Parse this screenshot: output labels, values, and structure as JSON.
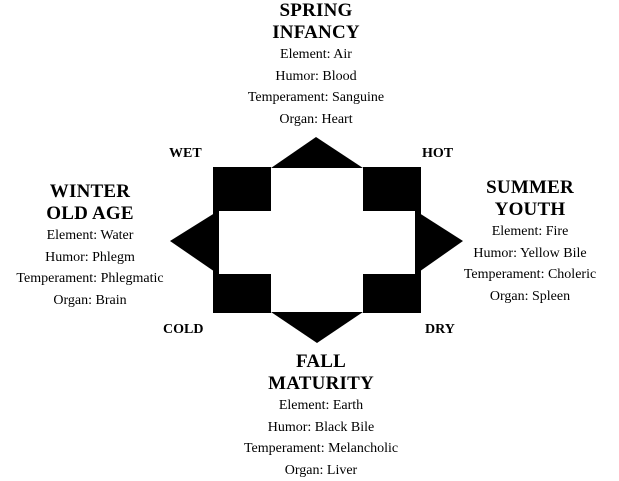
{
  "diagram": {
    "colors": {
      "shape_fill": "#000000",
      "background": "#ffffff",
      "text": "#000000"
    },
    "corners": {
      "top_left": "WET",
      "top_right": "HOT",
      "bottom_left": "COLD",
      "bottom_right": "DRY"
    },
    "seasons": {
      "top": {
        "season": "SPRING",
        "age": "INFANCY",
        "element": "Element: Air",
        "humor": "Humor: Blood",
        "temperament": "Temperament: Sanguine",
        "organ": "Organ: Heart"
      },
      "right": {
        "season": "SUMMER",
        "age": "YOUTH",
        "element": "Element: Fire",
        "humor": "Humor: Yellow Bile",
        "temperament": "Temperament: Choleric",
        "organ": "Organ: Spleen"
      },
      "bottom": {
        "season": "FALL",
        "age": "MATURITY",
        "element": "Element: Earth",
        "humor": "Humor: Black Bile",
        "temperament": "Temperament: Melancholic",
        "organ": "Organ: Liver"
      },
      "left": {
        "season": "WINTER",
        "age": "OLD AGE",
        "element": "Element: Water",
        "humor": "Humor: Phlegm",
        "temperament": "Temperament: Phlegmatic",
        "organ": "Organ: Brain"
      }
    }
  }
}
